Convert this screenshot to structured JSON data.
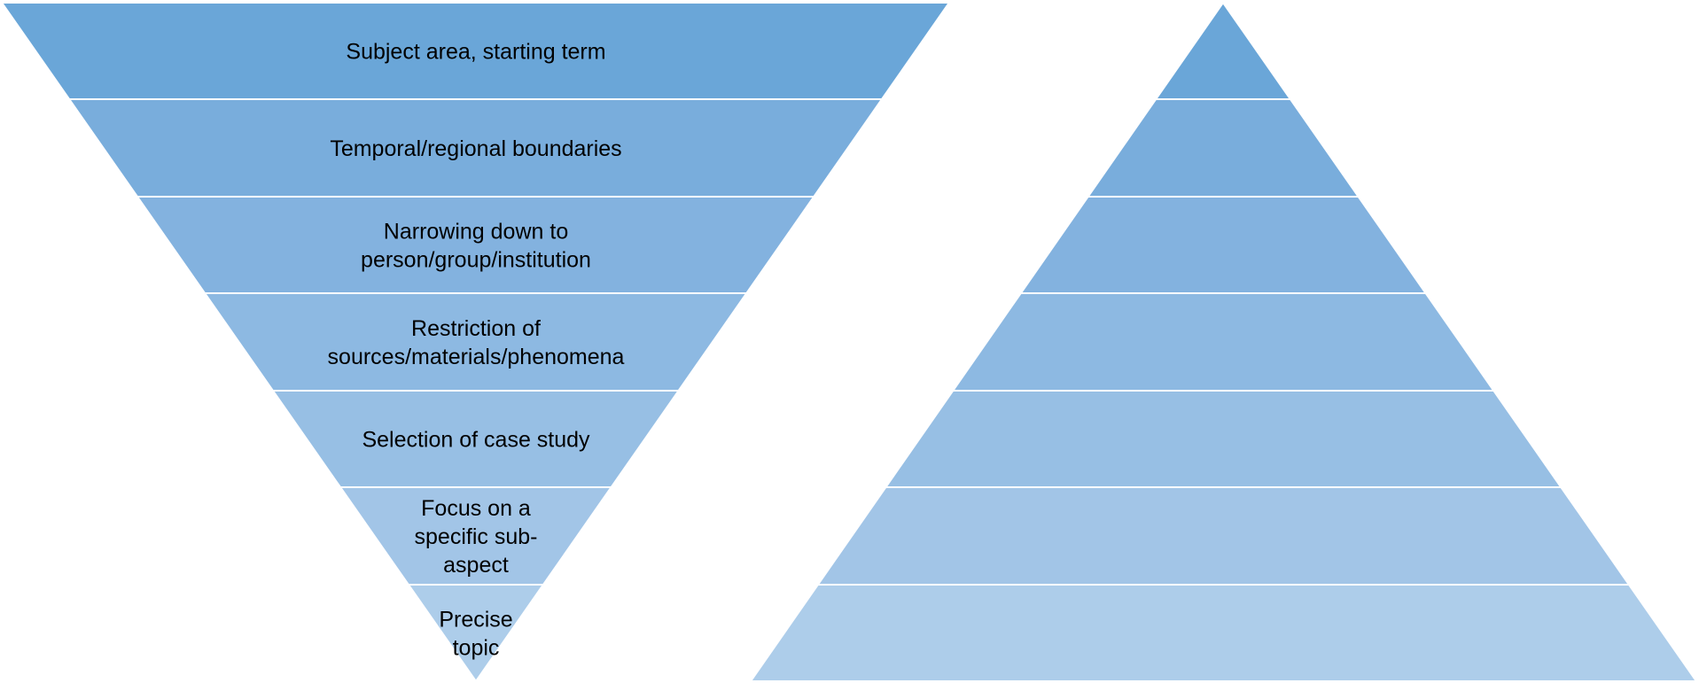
{
  "funnel": {
    "levels": [
      {
        "lines": [
          "Subject area, starting term"
        ],
        "color": "#6aa6d8"
      },
      {
        "lines": [
          "Temporal/regional boundaries"
        ],
        "color": "#79addc"
      },
      {
        "lines": [
          "Narrowing down to",
          "person/group/institution"
        ],
        "color": "#83b2df"
      },
      {
        "lines": [
          "Restriction of",
          "sources/materials/phenomena"
        ],
        "color": "#8db9e2"
      },
      {
        "lines": [
          "Selection of case study"
        ],
        "color": "#97bfe4"
      },
      {
        "lines": [
          "Focus on a",
          "specific sub-",
          "aspect"
        ],
        "color": "#a2c5e7"
      },
      {
        "lines": [
          "Precise",
          "topic"
        ],
        "color": "#adcdea"
      }
    ]
  },
  "pyramid": {
    "levels": [
      {
        "color": "#6aa6d8"
      },
      {
        "color": "#79addc"
      },
      {
        "color": "#83b2df"
      },
      {
        "color": "#8db9e2"
      },
      {
        "color": "#97bfe4"
      },
      {
        "color": "#a2c5e7"
      },
      {
        "color": "#adcdea"
      }
    ]
  }
}
